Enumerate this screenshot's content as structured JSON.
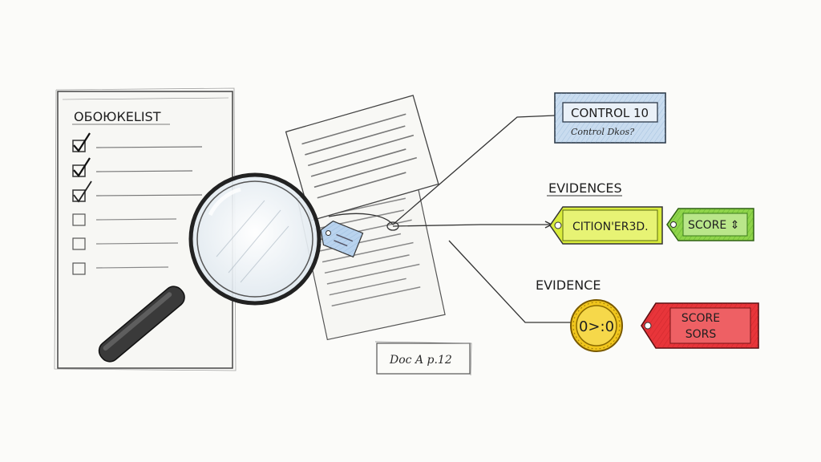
{
  "checklist": {
    "title": "ОБОЮКЕLIST",
    "items": [
      {
        "state": "checked"
      },
      {
        "state": "checked"
      },
      {
        "state": "checked"
      },
      {
        "state": "unchecked"
      },
      {
        "state": "unchecked"
      },
      {
        "state": "unchecked"
      }
    ]
  },
  "control_tag": {
    "title": "CONTROL 10",
    "subtitle": "Control Dkos?"
  },
  "evidences_group": {
    "heading": "EVIDENCES",
    "citation_tag": "CITION'ER3D.",
    "score_tag": "SCORE ⇕"
  },
  "evidence_group": {
    "heading": "EVIDENCE",
    "coin_label": "0>:0",
    "score_tag_line1": "SCORE",
    "score_tag_line2": "SORS"
  },
  "doc_reference": "Doc A p.12",
  "colors": {
    "control_tag_fill": "#c9dcef",
    "citation_tag_fill": "#d9ec3c",
    "score_tag_green": "#8fd44a",
    "coin_fill": "#f1c61c",
    "score_tag_red": "#e8353a",
    "small_tag_blue": "#b9d3ee",
    "ink": "#2a2a2a"
  }
}
